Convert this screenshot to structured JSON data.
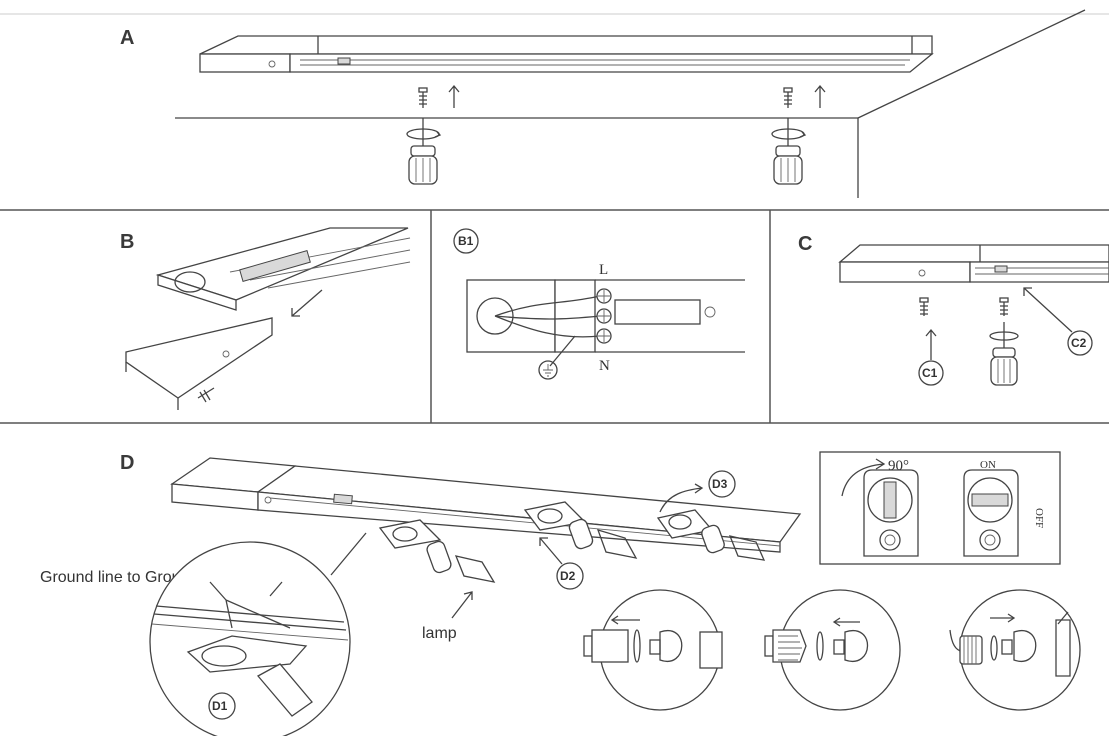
{
  "sections": {
    "a": "A",
    "b": "B",
    "b1": "B1",
    "c": "C",
    "d": "D"
  },
  "wiring": {
    "live": "L",
    "neutral": "N"
  },
  "callouts": {
    "c1": "C1",
    "c2": "C2",
    "d1": "D1",
    "d2": "D2",
    "d3": "D3"
  },
  "labels": {
    "ground_line": "Ground line to Ground line",
    "lamp": "lamp"
  },
  "switch_panel": {
    "angle": "90°",
    "on": "ON",
    "off": "OFF"
  }
}
